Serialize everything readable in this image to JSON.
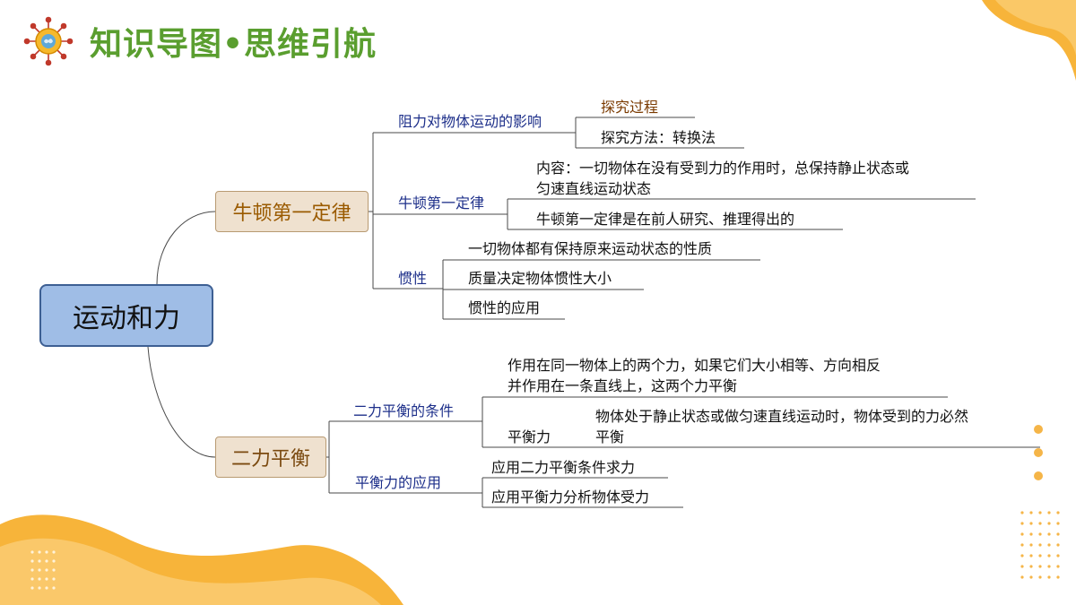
{
  "header": {
    "title": "知识导图•思维引航",
    "logo_icon": "brain-gear-icon"
  },
  "root": {
    "label": "运动和力"
  },
  "branches": [
    {
      "label": "牛顿第一定律",
      "children": [
        {
          "label": "阻力对物体运动的影响",
          "leaves": [
            "探究过程",
            "探究方法：转换法"
          ]
        },
        {
          "label": "牛顿第一定律",
          "leaves": [
            "内容：一切物体在没有受到力的作用时，总保持静止状态或",
            "匀速直线运动状态",
            "牛顿第一定律是在前人研究、推理得出的"
          ]
        },
        {
          "label": "惯性",
          "leaves": [
            "一切物体都有保持原来运动状态的性质",
            "质量决定物体惯性大小",
            "惯性的应用"
          ]
        }
      ]
    },
    {
      "label": "二力平衡",
      "children": [
        {
          "label": "二力平衡的条件",
          "leaves": [
            "作用在同一物体上的两个力，如果它们大小相等、方向相反",
            "并作用在一条直线上，这两个力平衡"
          ],
          "sub": {
            "label": "平衡力",
            "leaves": [
              "物体处于静止状态或做匀速直线运动时，物体受到的力必然",
              "平衡"
            ]
          }
        },
        {
          "label": "平衡力的应用",
          "leaves": [
            "应用二力平衡条件求力",
            "应用平衡力分析物体受力"
          ]
        }
      ]
    }
  ],
  "colors": {
    "title": "#5a9e2f",
    "accent_orange": "#f5a623",
    "root_fill": "#9fbde6",
    "branch_fill": "#efe1cf"
  }
}
